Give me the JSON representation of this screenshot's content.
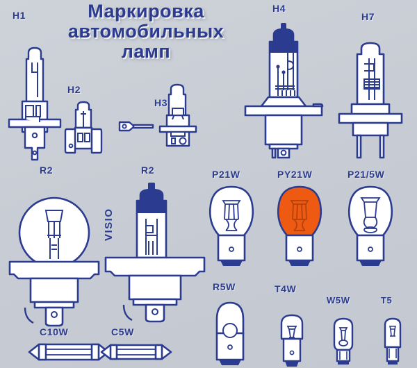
{
  "poster": {
    "title": "Маркировка\nавтомобильных\nламп",
    "background_color": "#c9ced6",
    "line_color": "#2b3b8f",
    "glass_color": "#ffffff",
    "accent_color": "#ee5a12"
  },
  "bulbs": [
    {
      "id": "h1",
      "label": "H1",
      "type": "halogen-h1",
      "glass": "white",
      "cap": "none"
    },
    {
      "id": "h2",
      "label": "H2",
      "type": "halogen-h2",
      "glass": "white",
      "cap": "none"
    },
    {
      "id": "h3",
      "label": "H3",
      "type": "halogen-h3",
      "glass": "white",
      "cap": "none"
    },
    {
      "id": "h4",
      "label": "H4",
      "type": "halogen-h4",
      "glass": "white",
      "cap": "blue"
    },
    {
      "id": "h7",
      "label": "H7",
      "type": "halogen-h7",
      "glass": "white",
      "cap": "none"
    },
    {
      "id": "r2a",
      "label": "R2",
      "type": "round-r2",
      "glass": "white",
      "cap": "none"
    },
    {
      "id": "r2b",
      "label": "R2",
      "type": "visio-r2",
      "glass": "white",
      "cap": "blue",
      "brand": "VISIO"
    },
    {
      "id": "p21w",
      "label": "P21W",
      "type": "bayonet",
      "glass": "white",
      "cap": "none"
    },
    {
      "id": "py21w",
      "label": "PY21W",
      "type": "bayonet",
      "glass": "orange",
      "cap": "none"
    },
    {
      "id": "p215w",
      "label": "P21/5W",
      "type": "bayonet-dual",
      "glass": "white",
      "cap": "none"
    },
    {
      "id": "r5w",
      "label": "R5W",
      "type": "small-bayonet",
      "glass": "white",
      "cap": "none"
    },
    {
      "id": "t4w",
      "label": "T4W",
      "type": "small-bayonet",
      "glass": "white",
      "cap": "none"
    },
    {
      "id": "w5w",
      "label": "W5W",
      "type": "wedge",
      "glass": "white",
      "cap": "none"
    },
    {
      "id": "t5",
      "label": "T5",
      "type": "wedge",
      "glass": "white",
      "cap": "none"
    },
    {
      "id": "c10w",
      "label": "C10W",
      "type": "festoon",
      "glass": "white",
      "cap": "none"
    },
    {
      "id": "c5w",
      "label": "C5W",
      "type": "festoon",
      "glass": "white",
      "cap": "none"
    }
  ]
}
